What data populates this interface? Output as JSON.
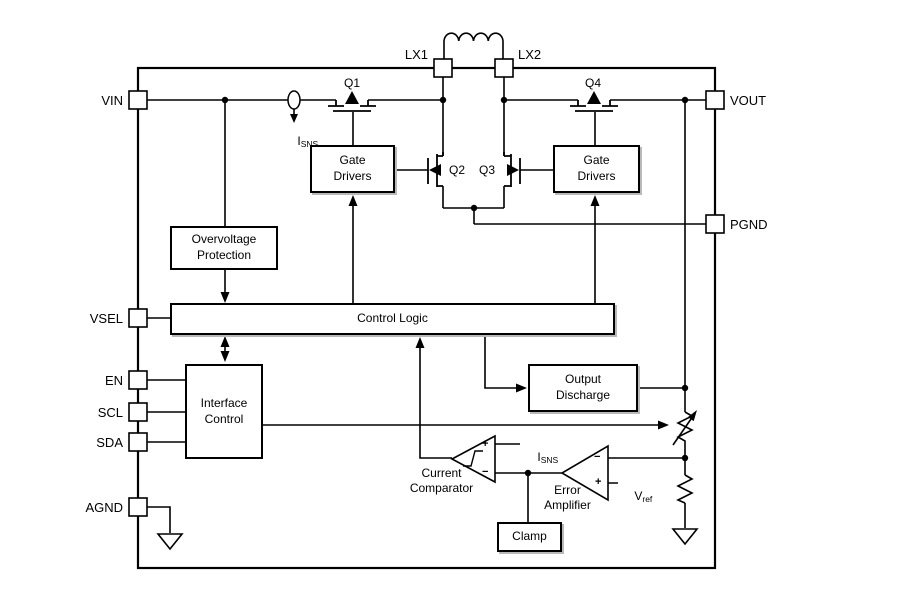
{
  "pins": {
    "vin": "VIN",
    "vsel": "VSEL",
    "en": "EN",
    "scl": "SCL",
    "sda": "SDA",
    "agnd": "AGND",
    "lx1": "LX1",
    "lx2": "LX2",
    "vout": "VOUT",
    "pgnd": "PGND"
  },
  "blocks": {
    "gate_drivers_left": "Gate\nDrivers",
    "gate_drivers_right": "Gate\nDrivers",
    "overvoltage_protection": "Overvoltage\nProtection",
    "control_logic": "Control Logic",
    "interface_control": "Interface\nControl",
    "output_discharge": "Output\nDischarge",
    "clamp": "Clamp"
  },
  "transistors": {
    "q1": "Q1",
    "q2": "Q2",
    "q3": "Q3",
    "q4": "Q4"
  },
  "analog": {
    "current_comparator": "Current\nComparator",
    "error_amplifier": "Error\nAmplifier",
    "comparator_plus": "+",
    "comparator_minus": "−",
    "error_amp_minus": "−",
    "error_amp_plus": "+"
  },
  "signals": {
    "isns_sense": {
      "base": "I",
      "sub": "SNS"
    },
    "isns_comp": {
      "base": "I",
      "sub": "SNS"
    },
    "vref": {
      "base": "V",
      "sub": "ref"
    }
  },
  "colors": {
    "line": "#000000",
    "background": "#ffffff",
    "block_fill": "#ffffff"
  }
}
